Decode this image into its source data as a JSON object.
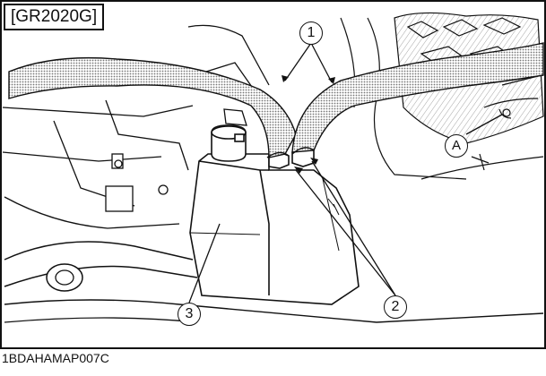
{
  "figure": {
    "model_tag": "[GR2020G]",
    "reference_code": "1BDAHAMAP007C",
    "callouts": {
      "hoses": "1",
      "clamps": "2",
      "tank": "3",
      "point_a": "A"
    },
    "colors": {
      "line": "#111111",
      "stipple": "#9a9a9a",
      "background": "#ffffff"
    }
  }
}
